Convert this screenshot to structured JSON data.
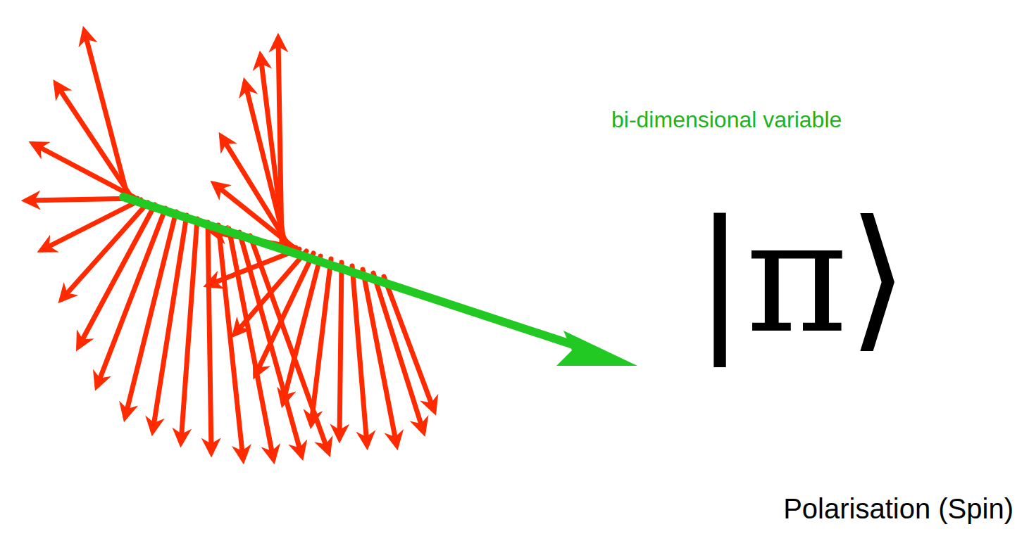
{
  "diagram": {
    "labels": [
      "bi-dimensional variable",
      "|π⟩",
      "Polarisation (Spin)"
    ]
  }
}
